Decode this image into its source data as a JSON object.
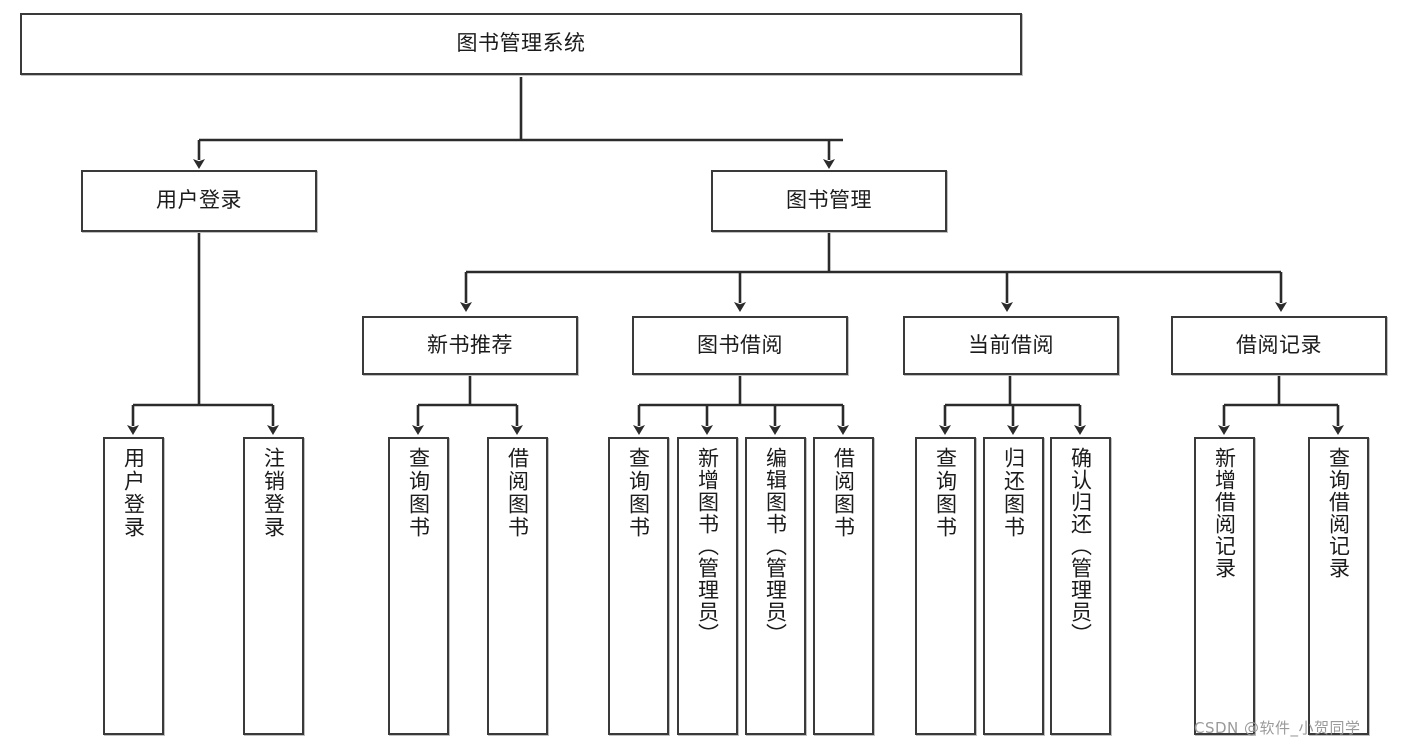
{
  "diagram": {
    "title": "图书管理系统",
    "type": "tree-hierarchy",
    "orientation": "top-down",
    "colors": {
      "box_border": "#3a3a3a",
      "box_fill": "#ffffff",
      "edge": "#2b2b2b",
      "background": "#ffffff",
      "watermark": "#9a9a9a"
    }
  },
  "nodes": {
    "root": {
      "label": "图书管理系统"
    },
    "level2": [
      {
        "label": "用户登录"
      },
      {
        "label": "图书管理"
      }
    ],
    "level3": [
      {
        "label": "新书推荐"
      },
      {
        "label": "图书借阅"
      },
      {
        "label": "当前借阅"
      },
      {
        "label": "借阅记录"
      }
    ],
    "leaves": {
      "user_login": [
        {
          "label": "用户登录"
        },
        {
          "label": "注销登录"
        }
      ],
      "new_book_recommend": [
        {
          "label": "查询图书"
        },
        {
          "label": "借阅图书"
        }
      ],
      "book_borrow": [
        {
          "label": "查询图书"
        },
        {
          "label": "新增图书（管理员）"
        },
        {
          "label": "编辑图书（管理员）"
        },
        {
          "label": "借阅图书"
        }
      ],
      "current_borrow": [
        {
          "label": "查询图书"
        },
        {
          "label": "归还图书"
        },
        {
          "label": "确认归还（管理员）"
        }
      ],
      "borrow_record": [
        {
          "label": "新增借阅记录"
        },
        {
          "label": "查询借阅记录"
        }
      ]
    }
  },
  "watermark": {
    "text": "CSDN @软件_小贺同学"
  }
}
